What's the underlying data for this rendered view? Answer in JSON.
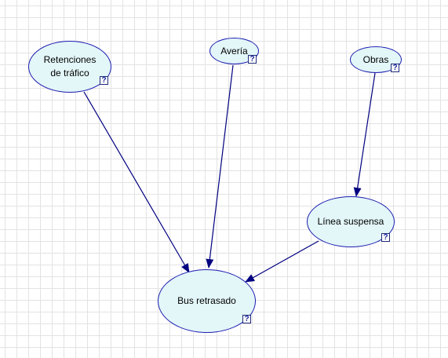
{
  "diagram": {
    "nodes": [
      {
        "id": "retenciones",
        "label": "Retenciones\nde tráfico",
        "help_icon": "question-mark-icon",
        "help_glyph": "?"
      },
      {
        "id": "averia",
        "label": "Avería",
        "help_icon": "question-mark-icon",
        "help_glyph": "?"
      },
      {
        "id": "obras",
        "label": "Obras",
        "help_icon": "question-mark-icon",
        "help_glyph": "?"
      },
      {
        "id": "linea",
        "label": "Línea suspensa",
        "help_icon": "question-mark-icon",
        "help_glyph": "?"
      },
      {
        "id": "bus",
        "label": "Bus retrasado",
        "help_icon": "question-mark-icon",
        "help_glyph": "?"
      }
    ],
    "edges": [
      {
        "from": "retenciones",
        "to": "bus"
      },
      {
        "from": "averia",
        "to": "bus"
      },
      {
        "from": "obras",
        "to": "linea"
      },
      {
        "from": "linea",
        "to": "bus"
      }
    ],
    "colors": {
      "node_fill": "#e3f6f8",
      "node_border": "#1c1cb0",
      "edge": "#000080",
      "grid": "#e3e3e3"
    }
  }
}
